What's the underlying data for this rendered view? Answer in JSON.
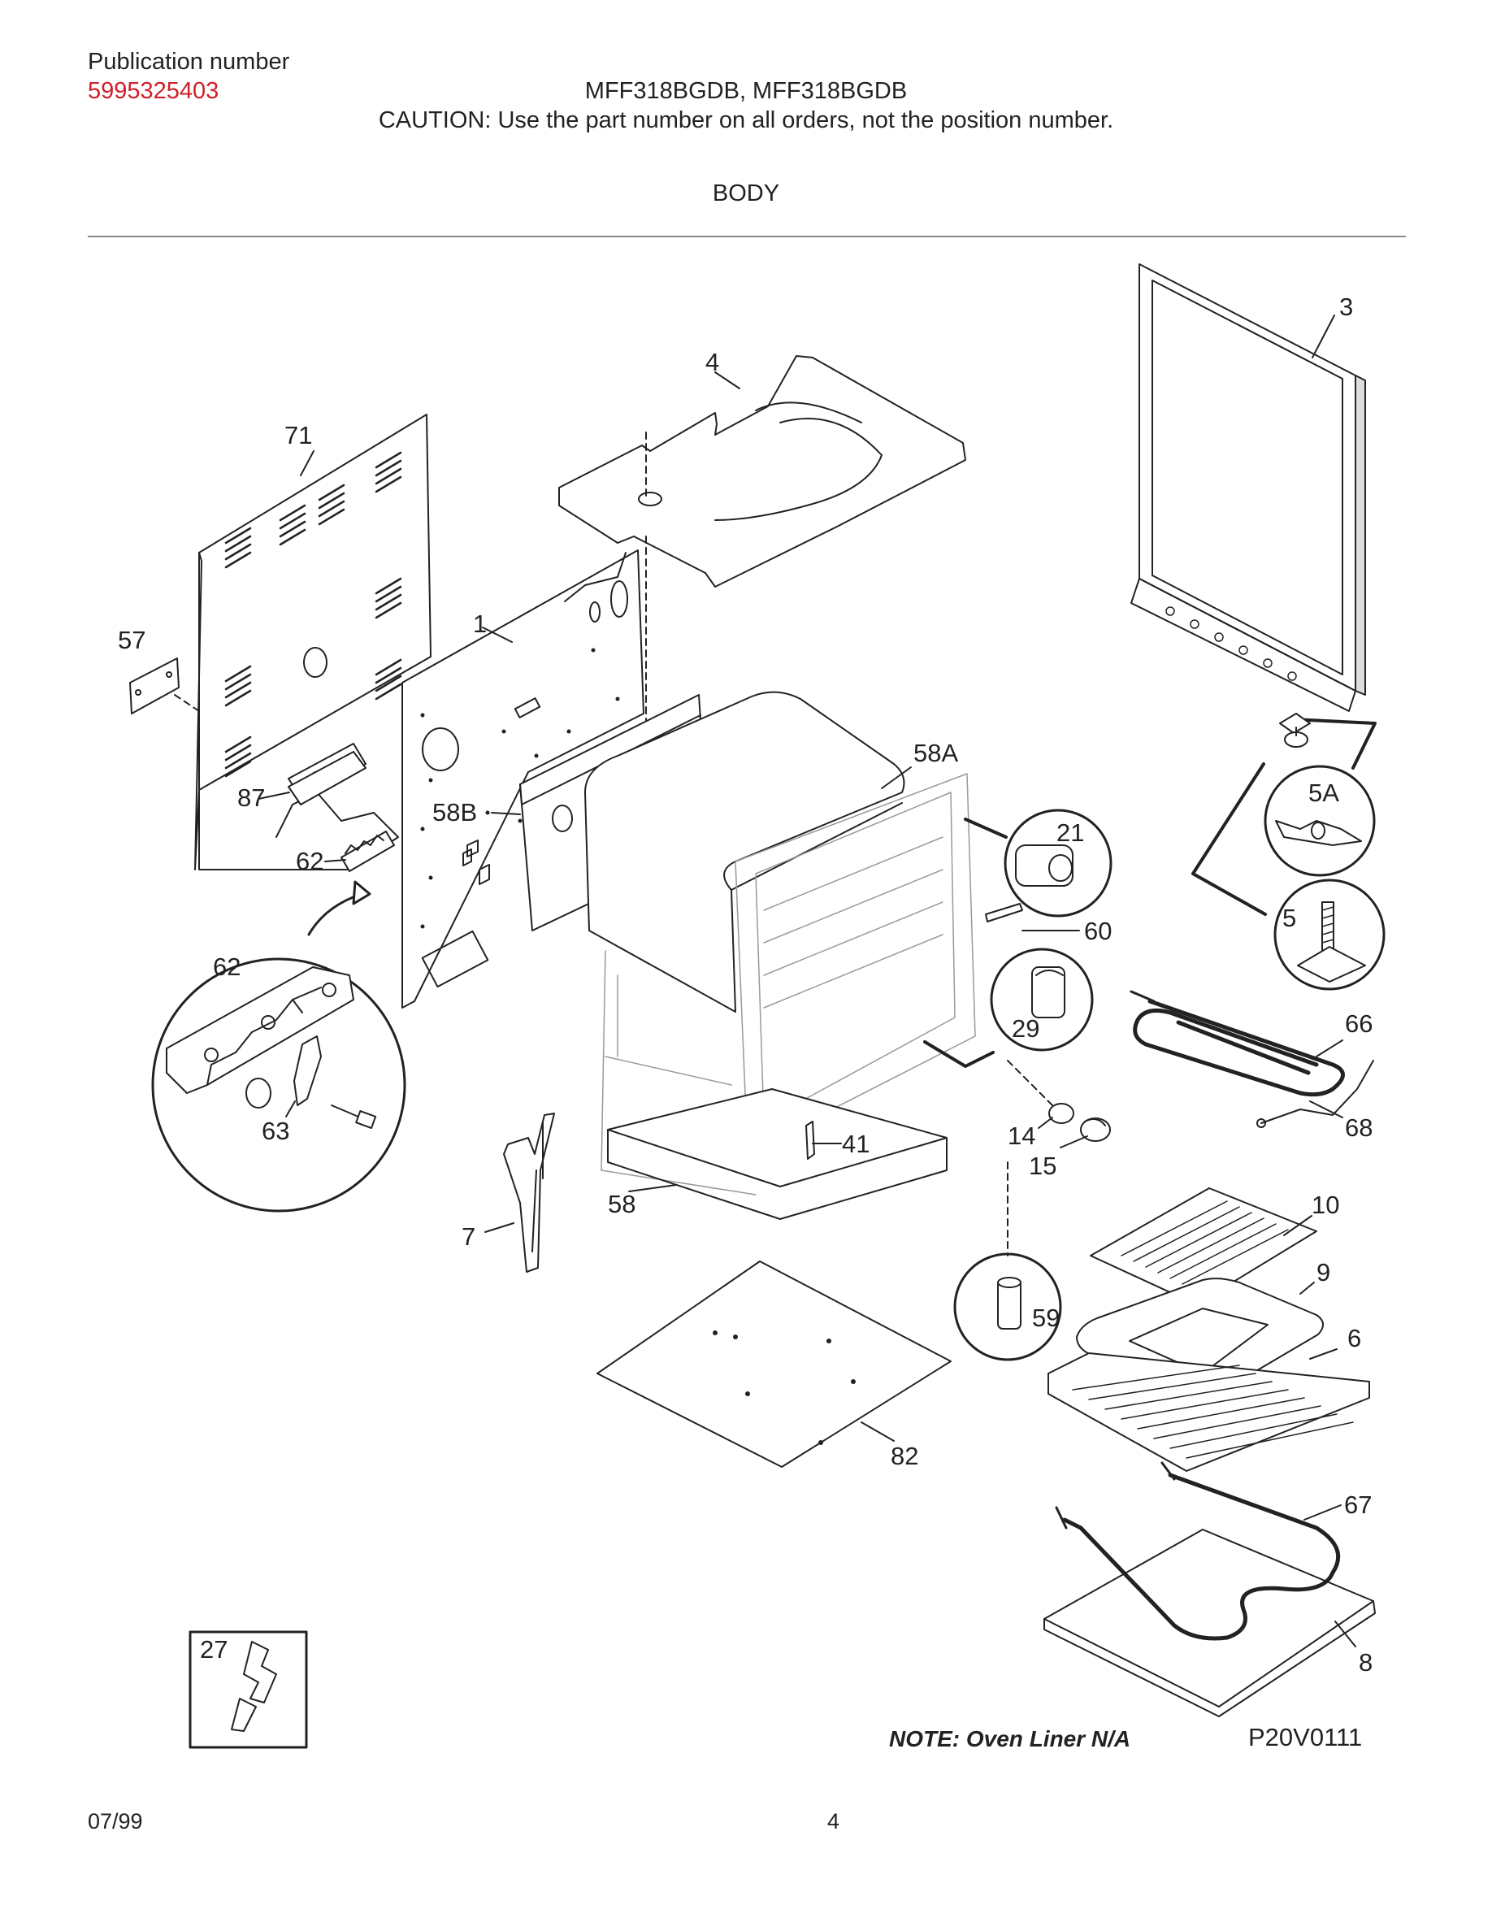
{
  "header": {
    "publication_label": "Publication number",
    "publication_number": "5995325403",
    "models": "MFF318BGDB, MFF318BGDB",
    "caution": "CAUTION:  Use the part number on all orders, not the position number.",
    "section_title": "BODY"
  },
  "part_labels": {
    "p3": "3",
    "p4": "4",
    "p71": "71",
    "p1": "1",
    "p57": "57",
    "p87": "87",
    "p58B": "58B",
    "p62a": "62",
    "p62b": "62",
    "p63": "63",
    "p58A": "58A",
    "p21": "21",
    "p5A": "5A",
    "p5": "5",
    "p60": "60",
    "p29": "29",
    "p66": "66",
    "p68": "68",
    "p14": "14",
    "p15": "15",
    "p41": "41",
    "p58": "58",
    "p7": "7",
    "p10": "10",
    "p9": "9",
    "p6": "6",
    "p59": "59",
    "p82": "82",
    "p67": "67",
    "p8": "8",
    "p27": "27"
  },
  "note": "NOTE:  Oven Liner N/A",
  "drawing_code": "P20V0111",
  "footer": {
    "date": "07/99",
    "page": "4"
  }
}
